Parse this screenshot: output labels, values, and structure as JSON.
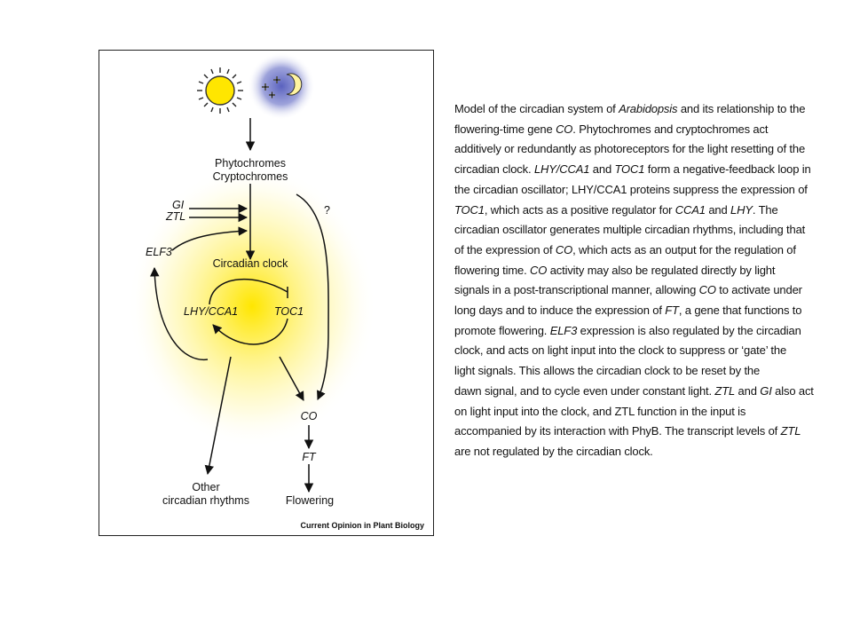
{
  "figure": {
    "labels": {
      "photoreceptors_1": "Phytochromes",
      "photoreceptors_2": "Cryptochromes",
      "gi": "GI",
      "ztl": "ZTL",
      "elf3": "ELF3",
      "question": "?",
      "circadian_clock": "Circadian clock",
      "lhy_cca1": "LHY/CCA1",
      "toc1": "TOC1",
      "co": "CO",
      "ft": "FT",
      "other_1": "Other",
      "other_2": "circadian rhythms",
      "flowering": "Flowering",
      "credit": "Current Opinion in Plant Biology"
    },
    "colors": {
      "sun": "#ffe600",
      "night_glow": "#7f86cc",
      "clock_glow": "#fff27a",
      "line": "#111111"
    },
    "icons": [
      "sun-icon",
      "moon-icon",
      "star-icon"
    ]
  },
  "caption": {
    "lines": [
      [
        {
          "t": "Model of the circadian system of "
        },
        {
          "t": "Arabidopsis",
          "i": true
        },
        {
          "t": " and its relationship to the"
        }
      ],
      [
        {
          "t": "flowering-time gene "
        },
        {
          "t": "CO",
          "i": true
        },
        {
          "t": ". Phytochromes and cryptochromes act"
        }
      ],
      [
        {
          "t": "additively or redundantly as photoreceptors for the light resetting of the"
        }
      ],
      [
        {
          "t": "circadian clock. "
        },
        {
          "t": "LHY/CCA1",
          "i": true
        },
        {
          "t": " and "
        },
        {
          "t": "TOC1",
          "i": true
        },
        {
          "t": " form a negative-feedback loop in"
        }
      ],
      [
        {
          "t": "the circadian oscillator; LHY/CCA1 proteins suppress the expression of"
        }
      ],
      [
        {
          "t": "TOC1",
          "i": true
        },
        {
          "t": ", which acts as a positive regulator for "
        },
        {
          "t": "CCA1",
          "i": true
        },
        {
          "t": " and "
        },
        {
          "t": "LHY",
          "i": true
        },
        {
          "t": ". The"
        }
      ],
      [
        {
          "t": "circadian oscillator generates multiple circadian rhythms, including that"
        }
      ],
      [
        {
          "t": "of the expression of "
        },
        {
          "t": "CO",
          "i": true
        },
        {
          "t": ", which acts as an output for the regulation of"
        }
      ],
      [
        {
          "t": "flowering time. "
        },
        {
          "t": "CO",
          "i": true
        },
        {
          "t": " activity may also be regulated directly by light"
        }
      ],
      [
        {
          "t": "signals in a post-transcriptional manner, allowing "
        },
        {
          "t": "CO",
          "i": true
        },
        {
          "t": " to activate under"
        }
      ],
      [
        {
          "t": "long days and to induce the expression of "
        },
        {
          "t": "FT",
          "i": true
        },
        {
          "t": ", a gene that functions to"
        }
      ],
      [
        {
          "t": "promote flowering. "
        },
        {
          "t": "ELF3",
          "i": true
        },
        {
          "t": " expression is also regulated by the circadian"
        }
      ],
      [
        {
          "t": "clock, and acts on light input into the clock to suppress or ‘gate’ the"
        }
      ],
      [
        {
          "t": "light signals. This allows the circadian clock to be reset by the"
        }
      ],
      [
        {
          "t": "dawn signal, and to cycle even under constant light. "
        },
        {
          "t": "ZTL",
          "i": true
        },
        {
          "t": " and "
        },
        {
          "t": "GI",
          "i": true
        },
        {
          "t": " also act"
        }
      ],
      [
        {
          "t": "on light input into the clock, and ZTL function in the input is"
        }
      ],
      [
        {
          "t": "accompanied by its interaction with PhyB. The transcript levels of "
        },
        {
          "t": "ZTL",
          "i": true
        }
      ],
      [
        {
          "t": "are not regulated by the circadian clock."
        }
      ]
    ]
  }
}
